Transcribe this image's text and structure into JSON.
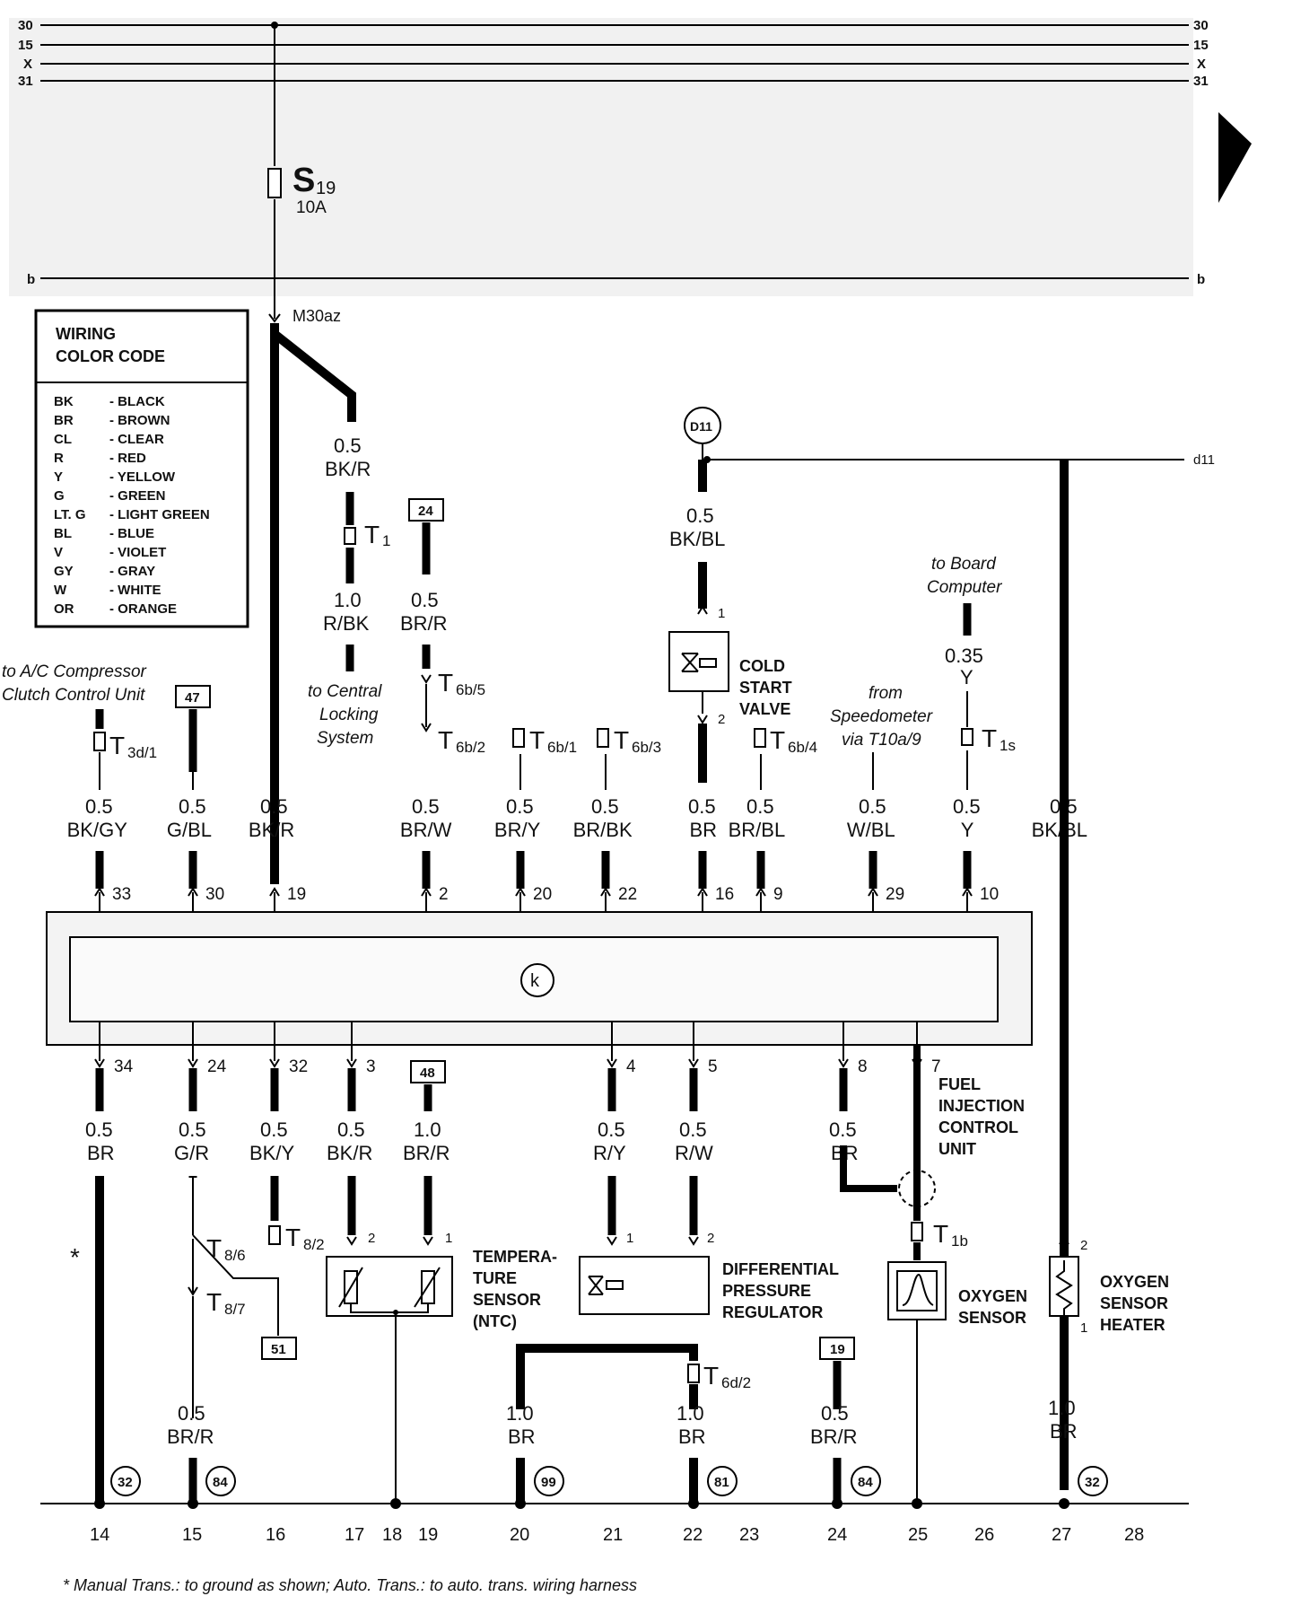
{
  "bus": {
    "left": [
      "30",
      "15",
      "X",
      "31"
    ],
    "right": [
      "30",
      "15",
      "X",
      "31"
    ],
    "b_left": "b",
    "b_right": "b"
  },
  "fuse": {
    "name": "S",
    "sub": "19",
    "rating": "10A"
  },
  "m30az": "M30az",
  "legend": {
    "title1": "WIRING",
    "title2": "COLOR CODE",
    "rows": [
      {
        "code": "BK",
        "name": "- BLACK"
      },
      {
        "code": "BR",
        "name": "- BROWN"
      },
      {
        "code": "CL",
        "name": "- CLEAR"
      },
      {
        "code": "R",
        "name": "- RED"
      },
      {
        "code": "Y",
        "name": "- YELLOW"
      },
      {
        "code": "G",
        "name": "- GREEN"
      },
      {
        "code": "LT. G",
        "name": "- LIGHT GREEN"
      },
      {
        "code": "BL",
        "name": "- BLUE"
      },
      {
        "code": "V",
        "name": "- VIOLET"
      },
      {
        "code": "GY",
        "name": "- GRAY"
      },
      {
        "code": "W",
        "name": "- WHITE"
      },
      {
        "code": "OR",
        "name": "- ORANGE"
      }
    ]
  },
  "refs": {
    "d11": "D11",
    "d11_right": "d11",
    "k": "k",
    "box24": "24",
    "box47": "47",
    "box48": "48",
    "box51": "51",
    "box19": "19",
    "c32a": "32",
    "c84a": "84",
    "c99": "99",
    "c81": "81",
    "c84b": "84",
    "c32b": "32"
  },
  "notes": {
    "ac1": "to A/C Compressor",
    "ac2": "Clutch Control Unit",
    "cl1": "to Central",
    "cl2": "Locking",
    "cl3": "System",
    "bc1": "to Board",
    "bc2": "Computer",
    "sp1": "from",
    "sp2": "Speedometer",
    "sp3": "via T10a/9",
    "star": "*",
    "footnote": "* Manual Trans.: to ground as shown; Auto. Trans.: to auto. trans. wiring harness"
  },
  "connectors": {
    "T1": {
      "main": "T",
      "sub": "1"
    },
    "T6b5": {
      "main": "T",
      "sub": "6b/5"
    },
    "T6b2": {
      "main": "T",
      "sub": "6b/2"
    },
    "T6b1": {
      "main": "T",
      "sub": "6b/1"
    },
    "T6b3": {
      "main": "T",
      "sub": "6b/3"
    },
    "T6b4": {
      "main": "T",
      "sub": "6b/4"
    },
    "T3d1": {
      "main": "T",
      "sub": "3d/1"
    },
    "T1s": {
      "main": "T",
      "sub": "1s"
    },
    "T86": {
      "main": "T",
      "sub": "8/6"
    },
    "T87": {
      "main": "T",
      "sub": "8/7"
    },
    "T82": {
      "main": "T",
      "sub": "8/2"
    },
    "T6d2": {
      "main": "T",
      "sub": "6d/2"
    },
    "T1b": {
      "main": "T",
      "sub": "1b"
    }
  },
  "wires_upper": [
    {
      "size": "0.5",
      "color": "BK/R"
    },
    {
      "size": "1.0",
      "color": "R/BK"
    },
    {
      "size": "0.5",
      "color": "BR/R"
    },
    {
      "size": "0.5",
      "color": "BK/BL"
    },
    {
      "size": "0.35",
      "color": "Y"
    }
  ],
  "wires_ecu_top": [
    {
      "size": "0.5",
      "color": "BK/GY",
      "pin": "33"
    },
    {
      "size": "0.5",
      "color": "G/BL",
      "pin": "30"
    },
    {
      "size": "0.5",
      "color": "BK/R",
      "pin": "19"
    },
    {
      "size": "0.5",
      "color": "BR/W",
      "pin": "2"
    },
    {
      "size": "0.5",
      "color": "BR/Y",
      "pin": "20"
    },
    {
      "size": "0.5",
      "color": "BR/BK",
      "pin": "22"
    },
    {
      "size": "0.5",
      "color": "BR",
      "pin": "16"
    },
    {
      "size": "0.5",
      "color": "BR/BL",
      "pin": "9"
    },
    {
      "size": "0.5",
      "color": "W/BL",
      "pin": "29"
    },
    {
      "size": "0.5",
      "color": "Y",
      "pin": "10"
    },
    {
      "size": "0.5",
      "color": "BK/BL",
      "pin": ""
    }
  ],
  "wires_ecu_bottom": [
    {
      "size": "0.5",
      "color": "BR",
      "pin": "34"
    },
    {
      "size": "0.5",
      "color": "G/R",
      "pin": "24"
    },
    {
      "size": "0.5",
      "color": "BK/Y",
      "pin": "32"
    },
    {
      "size": "0.5",
      "color": "BK/R",
      "pin": "3"
    },
    {
      "size": "1.0",
      "color": "BR/R",
      "pin": ""
    },
    {
      "size": "0.5",
      "color": "R/Y",
      "pin": "4"
    },
    {
      "size": "0.5",
      "color": "R/W",
      "pin": "5"
    },
    {
      "size": "0.5",
      "color": "BR",
      "pin": "8"
    },
    {
      "size": "",
      "color": "",
      "pin": "7"
    }
  ],
  "wires_lower": [
    {
      "size": "0.5",
      "color": "BR/R"
    },
    {
      "size": "1.0",
      "color": "BR"
    },
    {
      "size": "1.0",
      "color": "BR"
    },
    {
      "size": "0.5",
      "color": "BR/R"
    },
    {
      "size": "1.0",
      "color": "BR"
    }
  ],
  "components": {
    "csv": [
      "COLD",
      "START",
      "VALVE"
    ],
    "ecu": [
      "FUEL",
      "INJECTION",
      "CONTROL",
      "UNIT"
    ],
    "temp": [
      "TEMPERA-",
      "TURE",
      "SENSOR",
      "(NTC)"
    ],
    "dpr": [
      "DIFFERENTIAL",
      "PRESSURE",
      "REGULATOR"
    ],
    "o2": [
      "OXYGEN",
      "SENSOR"
    ],
    "o2h": [
      "OXYGEN",
      "SENSOR",
      "HEATER"
    ]
  },
  "pins_small": {
    "csv1": "1",
    "csv2": "2",
    "temp2": "2",
    "temp1": "1",
    "dpr1": "1",
    "dpr2": "2",
    "o2h2": "2",
    "o2h1": "1"
  },
  "bottom_numbers": [
    "14",
    "15",
    "16",
    "17",
    "18",
    "19",
    "20",
    "21",
    "22",
    "23",
    "24",
    "25",
    "26",
    "27",
    "28"
  ]
}
